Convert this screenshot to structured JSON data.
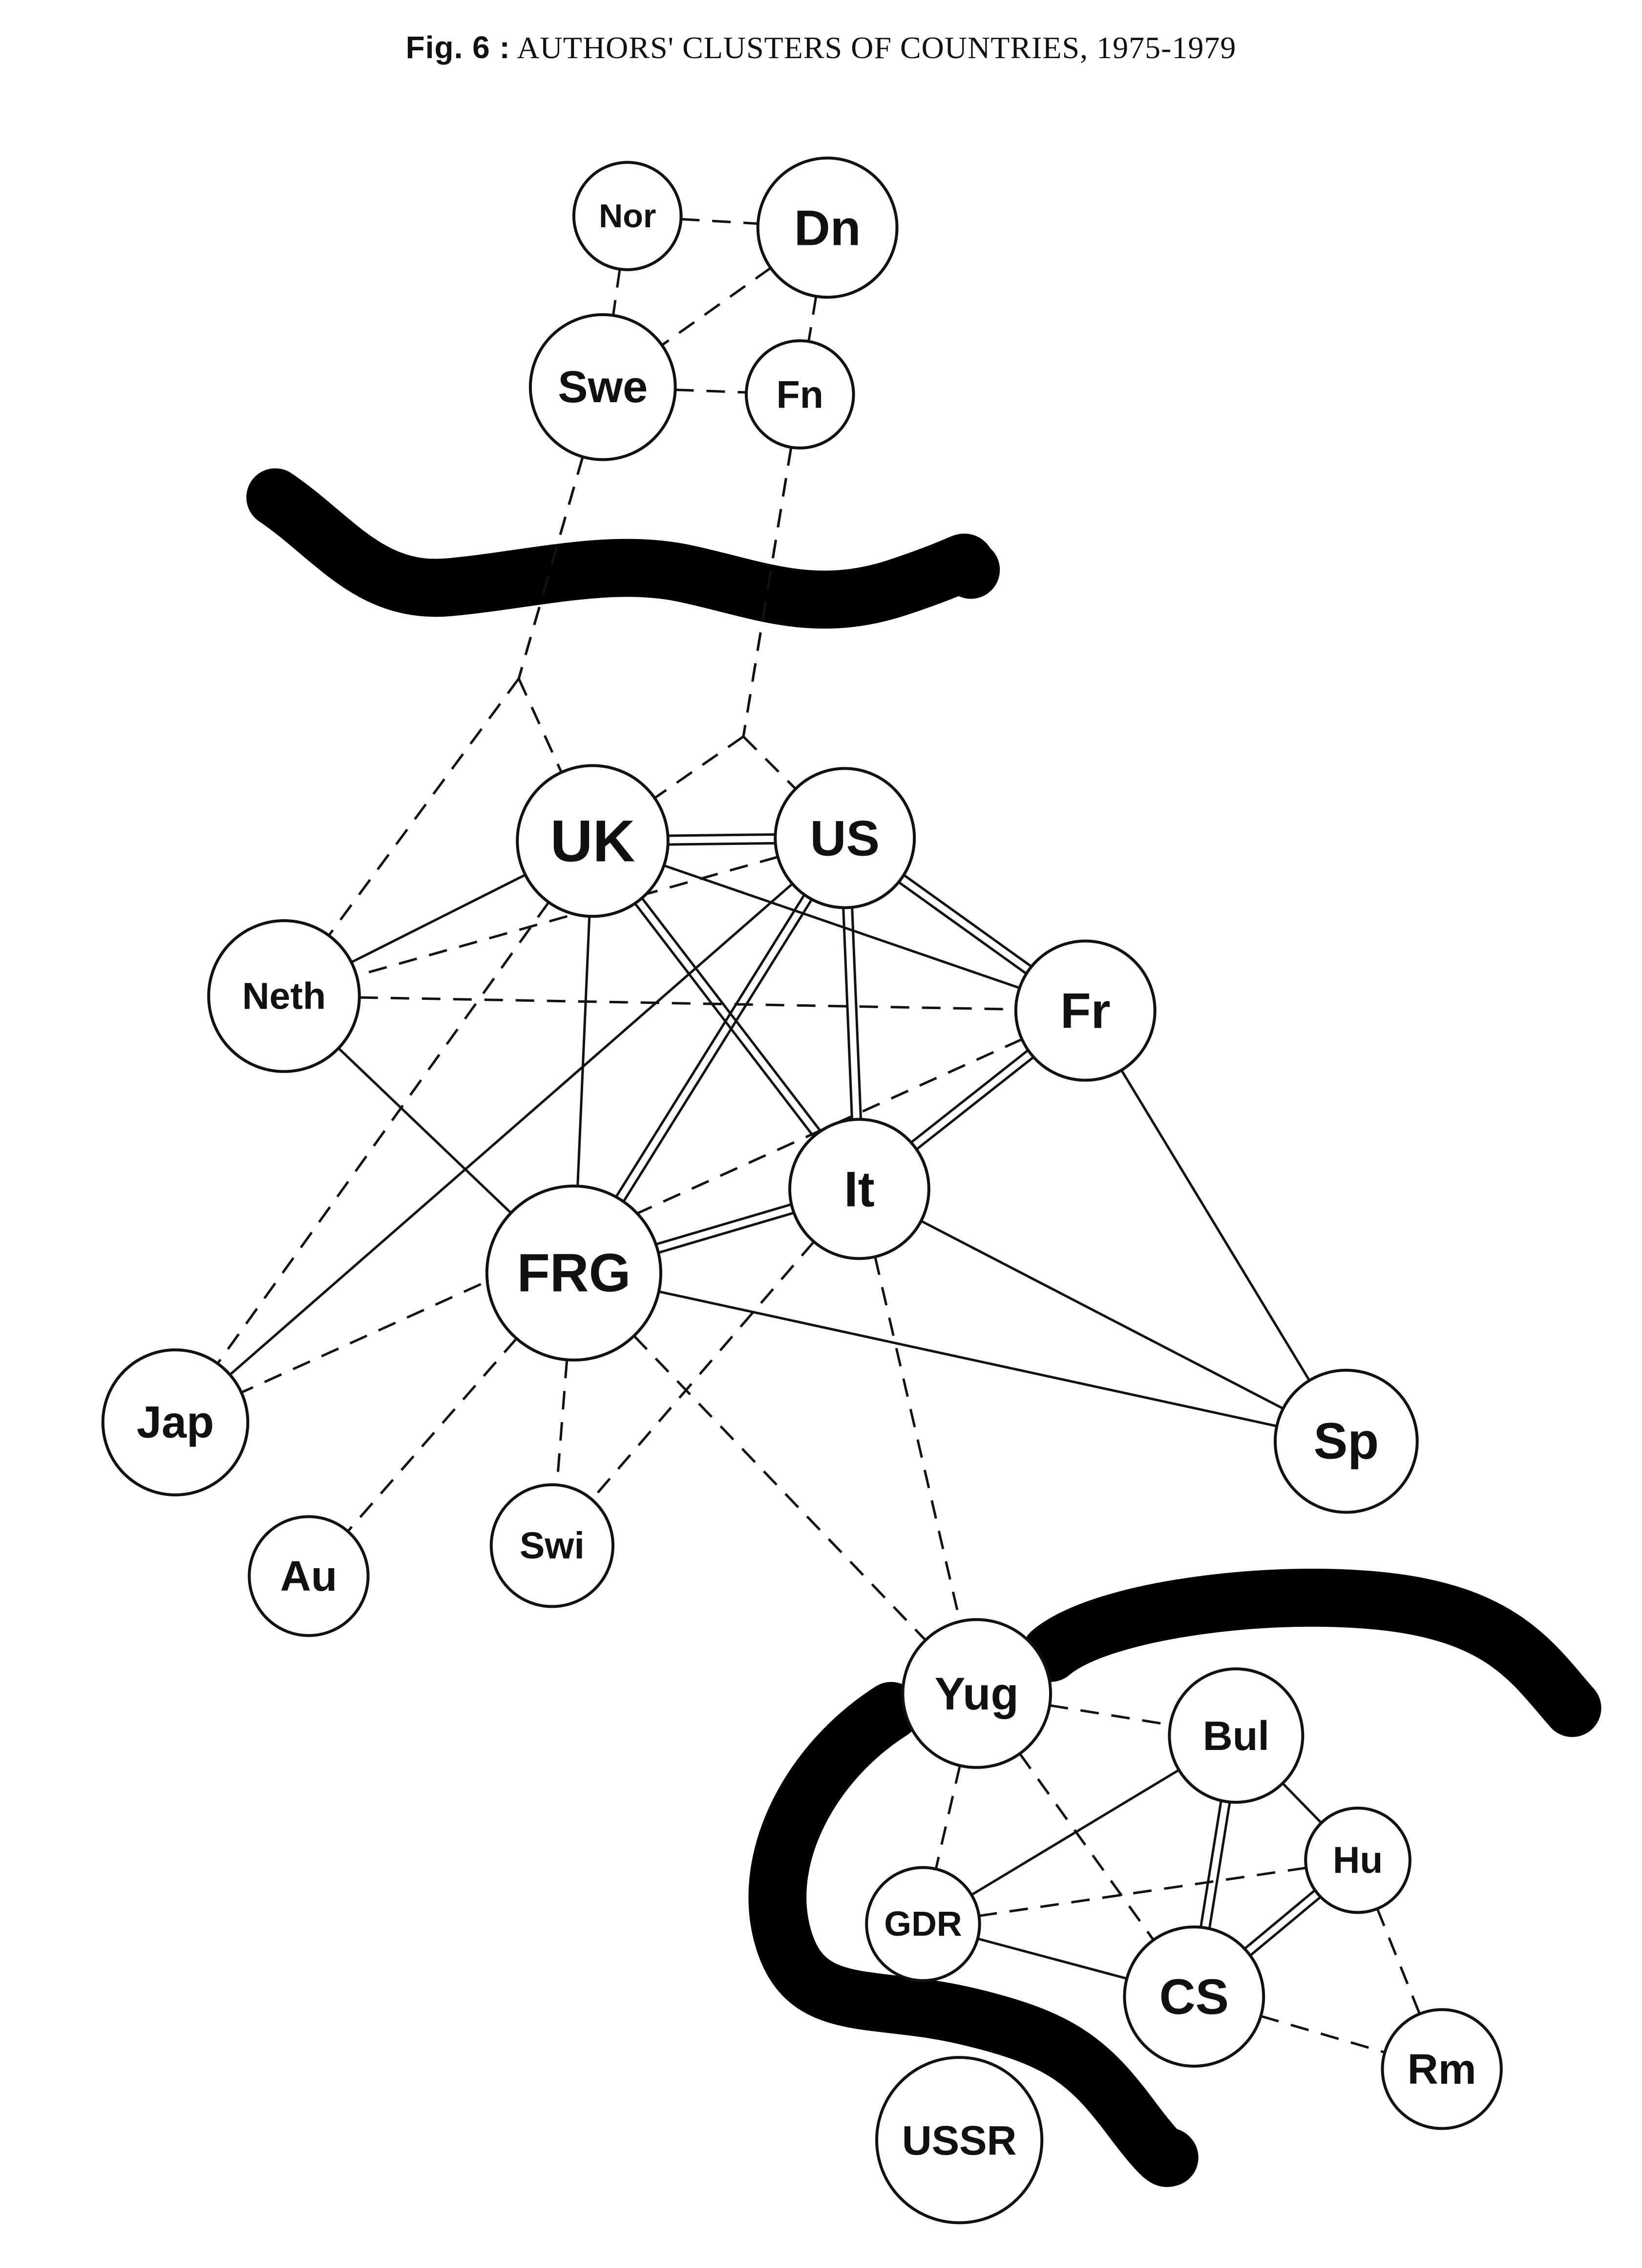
{
  "title": {
    "prefix": "Fig. 6 :",
    "text": "AUTHORS' CLUSTERS OF COUNTRIES, 1975-1979"
  },
  "nodes": [
    {
      "id": "nor",
      "label": "Nor"
    },
    {
      "id": "dn",
      "label": "Dn"
    },
    {
      "id": "swe",
      "label": "Swe"
    },
    {
      "id": "fn",
      "label": "Fn"
    },
    {
      "id": "uk",
      "label": "UK"
    },
    {
      "id": "us",
      "label": "US"
    },
    {
      "id": "neth",
      "label": "Neth"
    },
    {
      "id": "fr",
      "label": "Fr"
    },
    {
      "id": "it",
      "label": "It"
    },
    {
      "id": "frg",
      "label": "FRG"
    },
    {
      "id": "jap",
      "label": "Jap"
    },
    {
      "id": "sp",
      "label": "Sp"
    },
    {
      "id": "swi",
      "label": "Swi"
    },
    {
      "id": "au",
      "label": "Au"
    },
    {
      "id": "yug",
      "label": "Yug"
    },
    {
      "id": "bul",
      "label": "Bul"
    },
    {
      "id": "hu",
      "label": "Hu"
    },
    {
      "id": "gdr",
      "label": "GDR"
    },
    {
      "id": "cs",
      "label": "CS"
    },
    {
      "id": "rm",
      "label": "Rm"
    },
    {
      "id": "ussr",
      "label": "USSR"
    }
  ],
  "edges": [
    {
      "from": "nor",
      "to": "dn",
      "type": "dashed"
    },
    {
      "from": "nor",
      "to": "swe",
      "type": "dashed"
    },
    {
      "from": "dn",
      "to": "swe",
      "type": "dashed"
    },
    {
      "from": "dn",
      "to": "fn",
      "type": "dashed"
    },
    {
      "from": "swe",
      "to": "fn",
      "type": "dashed"
    },
    {
      "from": "uk",
      "to": "us",
      "type": "double"
    },
    {
      "from": "uk",
      "to": "neth",
      "type": "solid"
    },
    {
      "from": "uk",
      "to": "fr",
      "type": "solid"
    },
    {
      "from": "uk",
      "to": "it",
      "type": "double"
    },
    {
      "from": "uk",
      "to": "frg",
      "type": "solid"
    },
    {
      "from": "uk",
      "to": "jap",
      "type": "dashed"
    },
    {
      "from": "us",
      "to": "neth",
      "type": "dashed"
    },
    {
      "from": "us",
      "to": "fr",
      "type": "double"
    },
    {
      "from": "us",
      "to": "it",
      "type": "double"
    },
    {
      "from": "us",
      "to": "frg",
      "type": "double"
    },
    {
      "from": "us",
      "to": "jap",
      "type": "solid"
    },
    {
      "from": "neth",
      "to": "fr",
      "type": "dashed"
    },
    {
      "from": "neth",
      "to": "frg",
      "type": "solid"
    },
    {
      "from": "fr",
      "to": "it",
      "type": "double"
    },
    {
      "from": "fr",
      "to": "jap",
      "type": "dashed"
    },
    {
      "from": "fr",
      "to": "sp",
      "type": "solid"
    },
    {
      "from": "it",
      "to": "frg",
      "type": "double"
    },
    {
      "from": "it",
      "to": "sp",
      "type": "solid"
    },
    {
      "from": "it",
      "to": "swi",
      "type": "dashed"
    },
    {
      "from": "it",
      "to": "yug",
      "type": "dashed"
    },
    {
      "from": "frg",
      "to": "sp",
      "type": "solid"
    },
    {
      "from": "frg",
      "to": "swi",
      "type": "dashed"
    },
    {
      "from": "frg",
      "to": "au",
      "type": "dashed"
    },
    {
      "from": "frg",
      "to": "yug",
      "type": "dashed"
    },
    {
      "from": "yug",
      "to": "bul",
      "type": "dashed"
    },
    {
      "from": "yug",
      "to": "gdr",
      "type": "dashed"
    },
    {
      "from": "yug",
      "to": "cs",
      "type": "dashed"
    },
    {
      "from": "bul",
      "to": "hu",
      "type": "solid"
    },
    {
      "from": "bul",
      "to": "gdr",
      "type": "solid"
    },
    {
      "from": "bul",
      "to": "cs",
      "type": "double"
    },
    {
      "from": "hu",
      "to": "gdr",
      "type": "dashed"
    },
    {
      "from": "hu",
      "to": "cs",
      "type": "double"
    },
    {
      "from": "hu",
      "to": "rm",
      "type": "dashed"
    },
    {
      "from": "gdr",
      "to": "cs",
      "type": "solid"
    },
    {
      "from": "cs",
      "to": "rm",
      "type": "dashed"
    }
  ],
  "branch_links": [
    {
      "from": "swe",
      "to": "uk",
      "type": "dashed"
    },
    {
      "from": "swe",
      "to": "neth",
      "type": "dashed"
    },
    {
      "from": "fn",
      "to": "uk",
      "type": "dashed"
    },
    {
      "from": "fn",
      "to": "us",
      "type": "dashed"
    }
  ],
  "barriers": [
    {
      "id": "nordic-barrier"
    },
    {
      "id": "eastern-barrier-upper"
    },
    {
      "id": "eastern-barrier-lower"
    }
  ]
}
